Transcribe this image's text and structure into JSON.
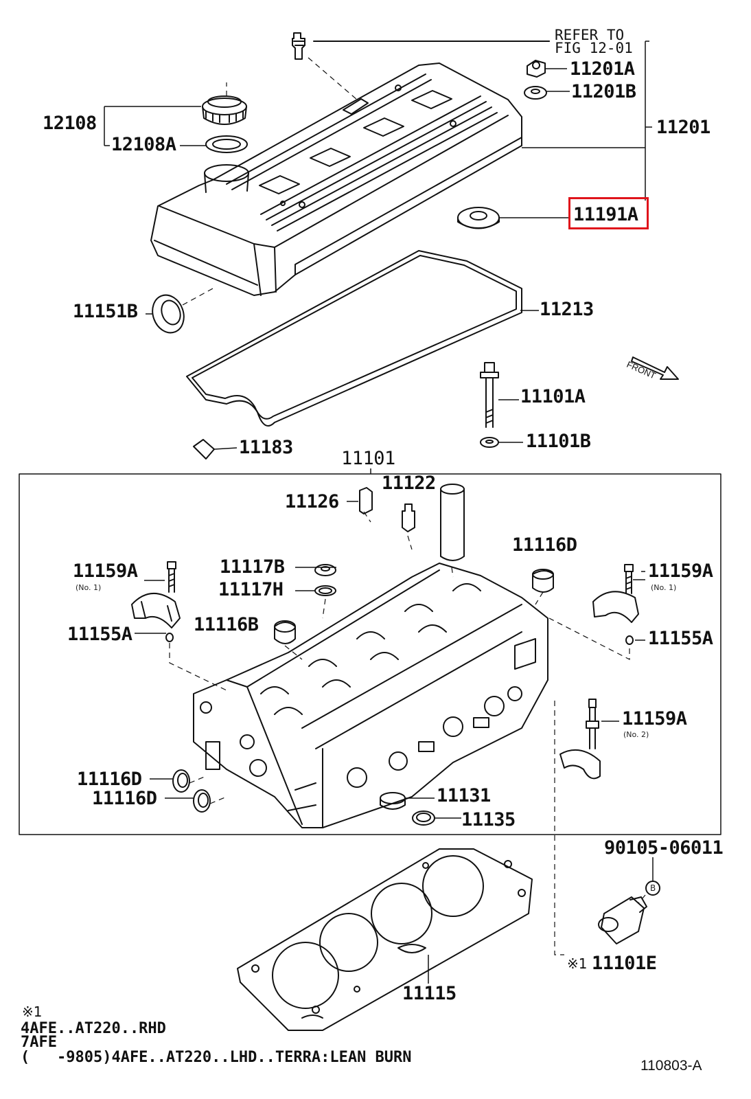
{
  "reference": {
    "line1": "REFER TO",
    "line2": "FIG 12-01"
  },
  "parts": {
    "p11201A": "11201A",
    "p11201B": "11201B",
    "p11201": "11201",
    "p12108": "12108",
    "p12108A": "12108A",
    "p11191A": "11191A",
    "p11151B": "11151B",
    "p11213": "11213",
    "p11101A": "11101A",
    "p11101B": "11101B",
    "p11183": "11183",
    "p11101": "11101",
    "p11122": "11122",
    "p11126": "11126",
    "p11116D_top": "11116D",
    "p11159A_left": "11159A",
    "p11159A_right": "11159A",
    "p11159A_lower": "11159A",
    "p11117B": "11117B",
    "p11117H": "11117H",
    "p11155A_left": "11155A",
    "p11155A_right": "11155A",
    "p11116B": "11116B",
    "p11116D_a": "11116D",
    "p11116D_b": "11116D",
    "p11131": "11131",
    "p11135": "11135",
    "p90105": "90105-06011",
    "p11101E": "11101E",
    "p11115": "11115"
  },
  "sub_notes": {
    "no1_left": "(No. 1)",
    "no1_right": "(No. 1)",
    "no2": "(No. 2)"
  },
  "markers": {
    "b_circle": "B",
    "asterisk": "※1"
  },
  "front_label": "FRONT",
  "highlighted_part": "11191A",
  "highlight_color": "#e0141b",
  "footnote": {
    "marker": "※1",
    "line1": "4AFE..AT220..RHD",
    "line2": "7AFE",
    "line3": "(   -9805)4AFE..AT220..LHD..TERRA:LEAN BURN"
  },
  "figure_code": "110803-A"
}
